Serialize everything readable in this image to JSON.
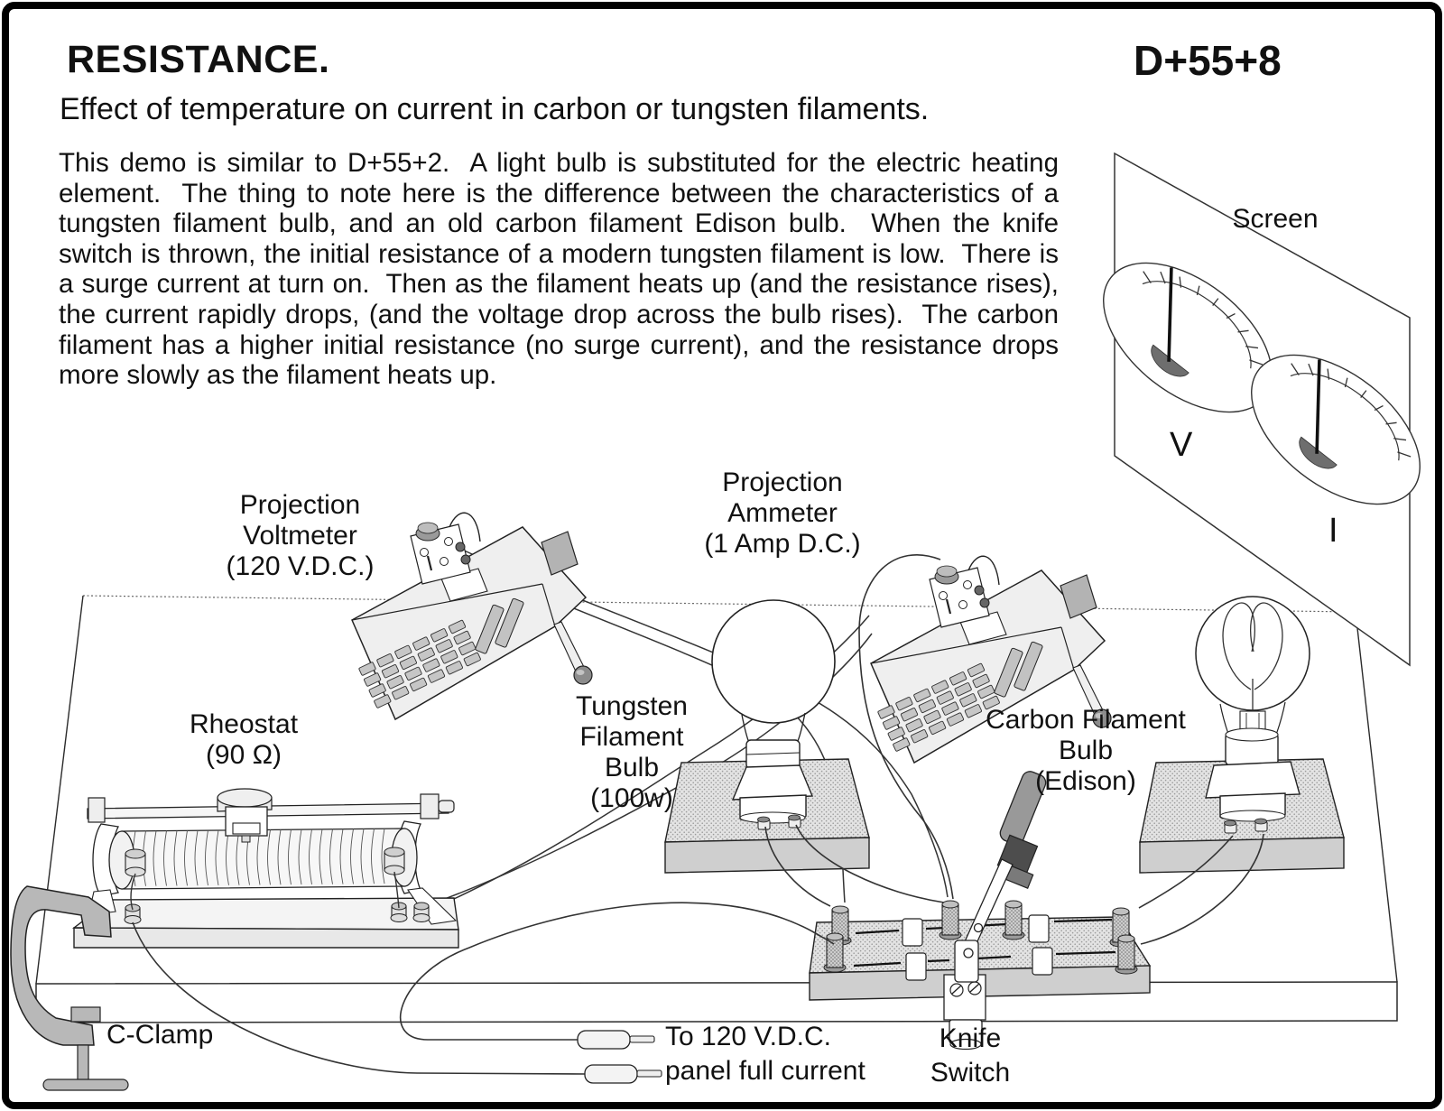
{
  "header": {
    "title": "RESISTANCE.",
    "code": "D+55+8",
    "subtitle": "Effect of temperature on current in carbon or tungsten filaments."
  },
  "description": "This demo is similar to D+55+2.  A light bulb is substituted for the electric heating element.  The thing to note here is the difference between the characteristics of a tungsten filament bulb, and an old carbon filament Edison bulb.  When the knife switch is thrown, the initial resistance of a modern tungsten filament is low.  There is a surge current at turn on.  Then as the filament heats up (and the resistance rises), the current rapidly drops, (and the voltage drop across the bulb rises).  The carbon filament has a higher initial resistance (no surge current), and the resistance drops more slowly as the filament heats up.",
  "diagram": {
    "screen_label": "Screen",
    "voltmeter_label": "Projection\nVoltmeter\n(120 V.D.C.)",
    "ammeter_label": "Projection\nAmmeter\n(1 Amp D.C.)",
    "rheostat_label": "Rheostat\n(90 Ω)",
    "tungsten_label": "Tungsten\nFilament\nBulb\n(100w)",
    "carbon_label": "Carbon Filament\nBulb\n(Edison)",
    "knife_label": "Knife\nSwitch",
    "cclamp_label": "C-Clamp",
    "panel_label": "To 120 V.D.C.\npanel full current",
    "meter_v": "V",
    "meter_i": "I"
  },
  "colors": {
    "ink": "#111111",
    "paper": "#ffffff",
    "device_body": "#efefef",
    "stipple_base": "#e3e3e3",
    "dark_metal": "#6e6e6e",
    "handle_dark": "#4d4d4d"
  }
}
